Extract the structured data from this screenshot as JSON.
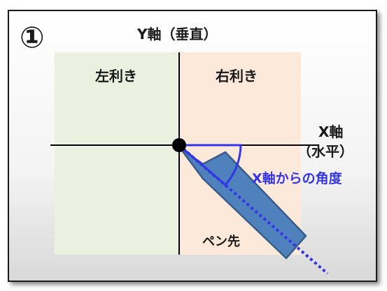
{
  "diagram": {
    "step_number": "①",
    "y_axis_label": "Y軸（垂直）",
    "x_axis_label_line1": "X軸",
    "x_axis_label_line2": "（水平）",
    "left_quadrant_label": "左利き",
    "right_quadrant_label": "右利き",
    "angle_label": "X軸からの角度",
    "pen_tip_label": "ペン先"
  },
  "colors": {
    "left_quadrant_fill": "#ebf0df",
    "right_quadrant_fill": "#fde9da",
    "pen_fill": "#4f81bd",
    "pen_stroke": "#385d8a",
    "angle_color": "#3535e8",
    "dotted_line_color": "#3535e8"
  }
}
